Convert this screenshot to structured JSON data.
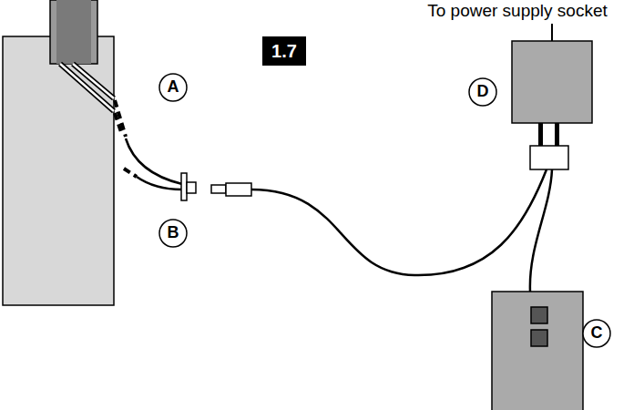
{
  "diagram": {
    "nodes": [
      {
        "text": [
          "1.7"
        ]
      },
      {
        "text": [
          "A"
        ]
      },
      {
        "text": [
          "D"
        ]
      },
      {
        "text": [
          "B"
        ]
      },
      {
        "text": [
          "C"
        ]
      }
    ],
    "labels": [
      "To power supply socket"
    ]
  }
}
